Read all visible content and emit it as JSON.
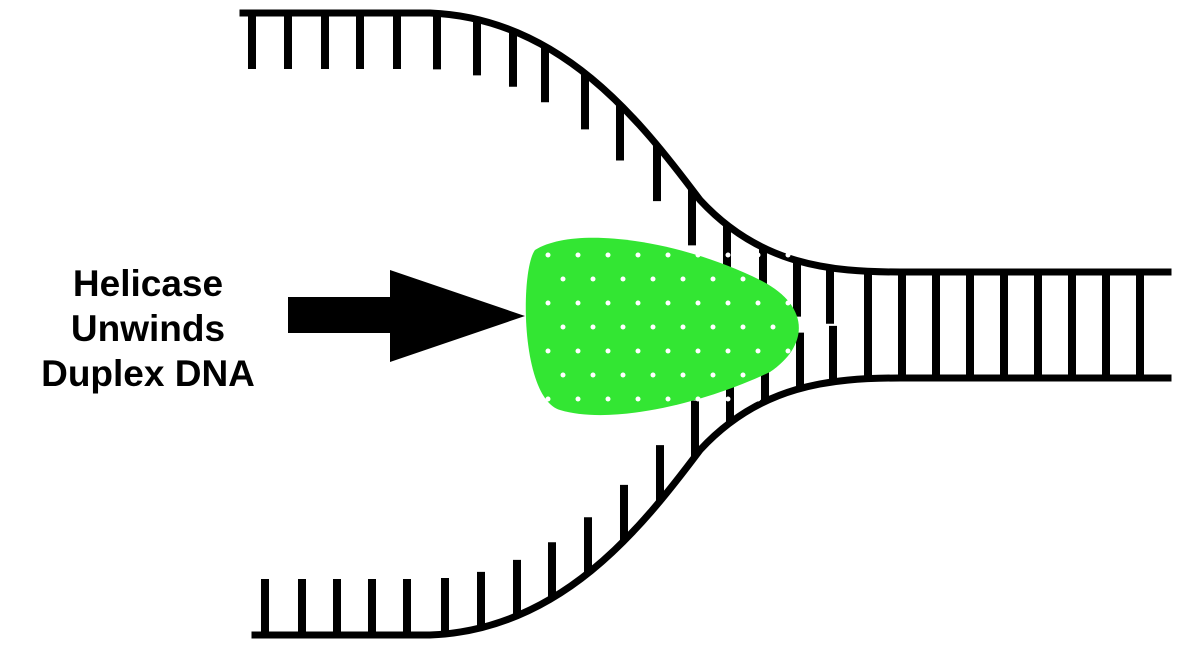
{
  "label": {
    "lines": [
      "Helicase",
      "Unwinds",
      "Duplex DNA"
    ]
  },
  "colors": {
    "strand": "#000000",
    "helicase": "#33e633",
    "helicase_dots": "#ffffff",
    "background": "#ffffff"
  },
  "icons": {
    "arrow": "arrow-right-icon",
    "helicase": "helicase-blob-icon"
  }
}
